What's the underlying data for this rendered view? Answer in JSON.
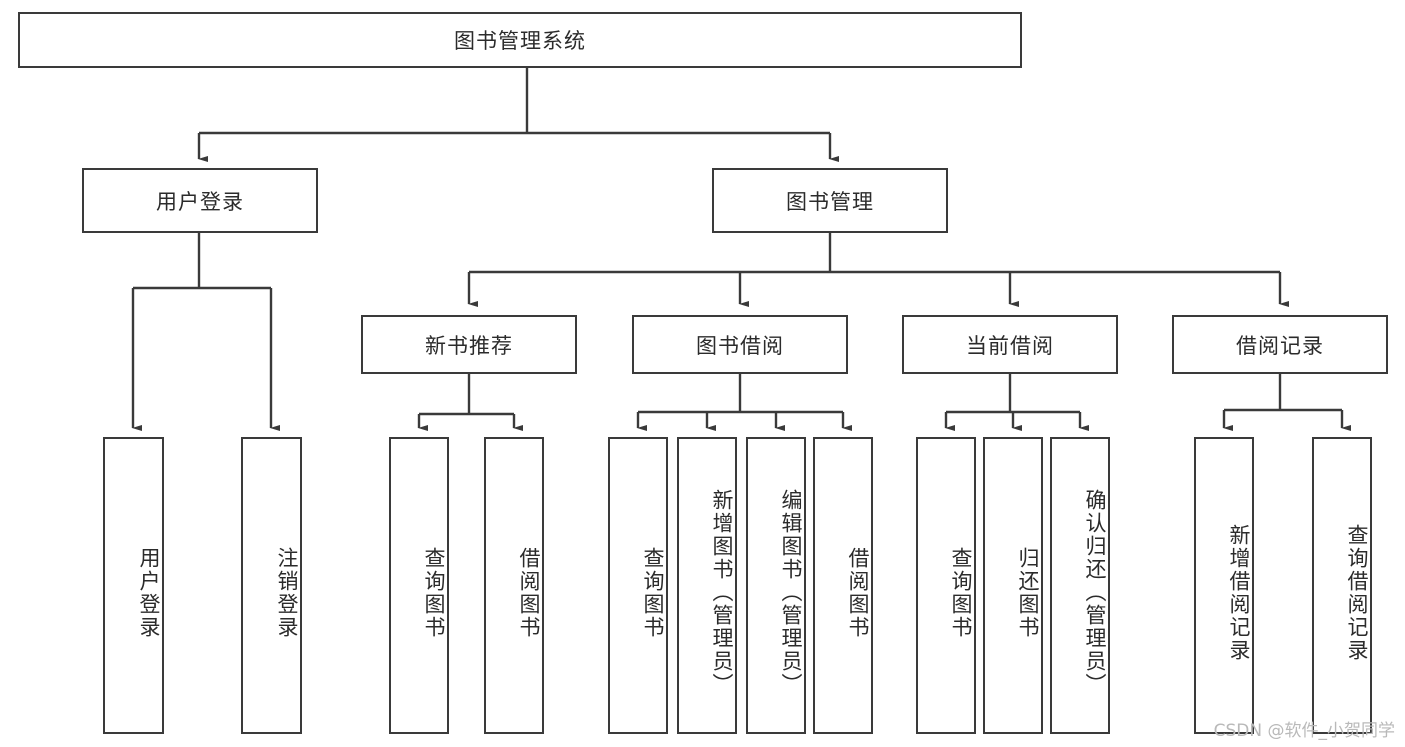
{
  "diagram": {
    "title": "图书管理系统",
    "type": "tree",
    "root": {
      "label": "图书管理系统"
    },
    "level1": [
      {
        "label": "用户登录"
      },
      {
        "label": "图书管理"
      }
    ],
    "level2": [
      {
        "label": "新书推荐"
      },
      {
        "label": "图书借阅"
      },
      {
        "label": "当前借阅"
      },
      {
        "label": "借阅记录"
      }
    ],
    "leaves": {
      "user_login": [
        {
          "label": "用户登录"
        },
        {
          "label": "注销登录"
        }
      ],
      "new_book_recommend": [
        {
          "label": "查询图书"
        },
        {
          "label": "借阅图书"
        }
      ],
      "book_borrow": [
        {
          "label": "查询图书"
        },
        {
          "label": "新增图书（管理员）"
        },
        {
          "label": "编辑图书（管理员）"
        },
        {
          "label": "借阅图书"
        }
      ],
      "current_borrow": [
        {
          "label": "查询图书"
        },
        {
          "label": "归还图书"
        },
        {
          "label": "确认归还（管理员）"
        }
      ],
      "borrow_record": [
        {
          "label": "新增借阅记录"
        },
        {
          "label": "查询借阅记录"
        }
      ]
    }
  },
  "watermark": {
    "text": "CSDN @软件_小贺同学"
  },
  "colors": {
    "stroke": "#3a3a3a",
    "text": "#2b2b2b",
    "background": "#ffffff",
    "watermark": "#b9b9b9"
  }
}
